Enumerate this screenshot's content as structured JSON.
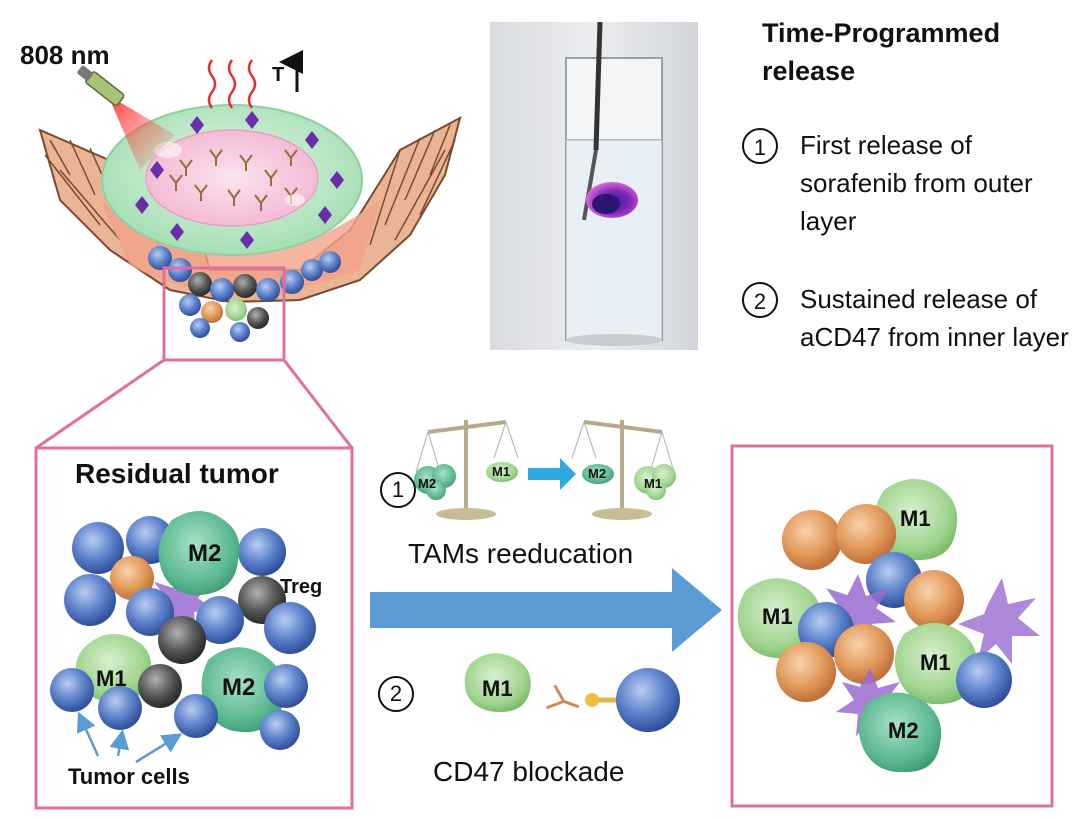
{
  "laser": {
    "wavelength": "808 nm"
  },
  "temperature": {
    "label": "T"
  },
  "release": {
    "title": "Time-Programmed release",
    "steps": [
      {
        "number": "1",
        "text": "First release of sorafenib from outer layer"
      },
      {
        "number": "2",
        "text": "Sustained release of aCD47 from inner layer"
      }
    ]
  },
  "residual_panel": {
    "title": "Residual tumor",
    "cell_labels": {
      "m2_top": "M2",
      "m2_bottom": "M2",
      "m1": "M1",
      "treg": "Treg"
    },
    "tumor_cells_label": "Tumor cells"
  },
  "mechanism": {
    "step1_number": "1",
    "step2_number": "2",
    "scale_left": {
      "m2": "M2",
      "m1": "M1"
    },
    "scale_right": {
      "m2": "M2",
      "m1": "M1"
    },
    "tams_caption": "TAMs reeducation",
    "m1_cell": "M1",
    "cd47_caption": "CD47 blockade"
  },
  "outcome_panel": {
    "labels": {
      "m1_top": "M1",
      "m1_left": "M1",
      "m1_right": "M1",
      "m2": "M2"
    }
  },
  "colors": {
    "frame_pink": "#e0709a",
    "arrow_blue": "#5b9bd5",
    "small_arrow": "#2eaae0",
    "m1_green": "#9fd48e",
    "m2_teal": "#5cb890",
    "tumor_blue": "#4f74c0",
    "orange_cell": "#e29a5a",
    "purple_dc": "#9a6ad0",
    "treg_gray": "#5a5a5a"
  }
}
